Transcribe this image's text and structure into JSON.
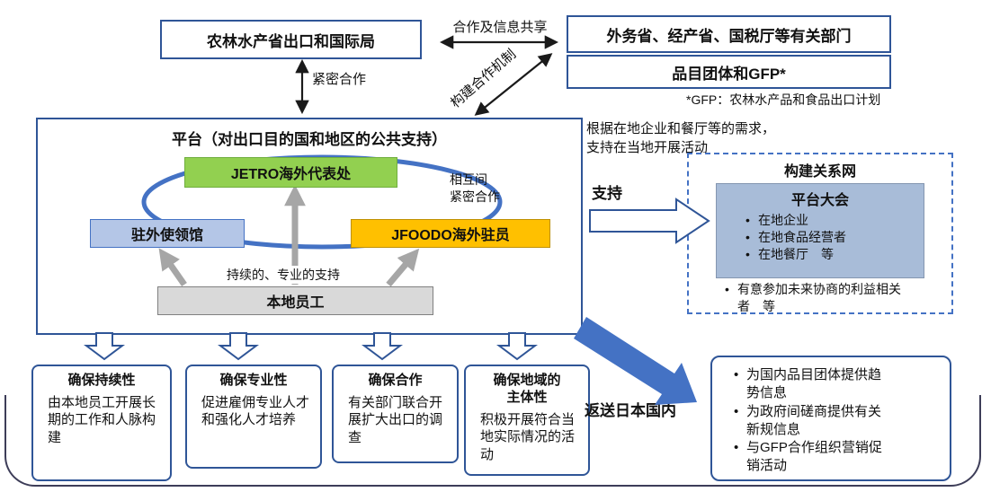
{
  "colors": {
    "border_blue": "#2F5597",
    "accent_blue": "#4472C4",
    "green": "#92D050",
    "orange": "#FFC000",
    "light_blue": "#B4C6E7",
    "assembly_fill": "#A8BCD8",
    "gray_fill": "#D9D9D9",
    "arrow_gray": "#A6A6A6"
  },
  "top": {
    "maff_box": "农林水产省出口和国际局",
    "coop_info_label": "合作及信息共享",
    "related_depts_box": "外务省、经产省、国税厅等有关部门",
    "gfp_box": "品目团体和GFP*",
    "gfp_note": "*GFP：农林水产品和食品出口计划",
    "close_coop_label": "紧密合作",
    "build_mech_label": "构建合作机制"
  },
  "platform": {
    "title": "平台（对出口目的国和地区的公共支持）",
    "jetro_box": "JETRO海外代表处",
    "embassy_box": "驻外使领馆",
    "jfoodo_box": "JFOODO海外驻员",
    "local_staff_box": "本地员工",
    "mutual_label": "相互间\n紧密合作",
    "ongoing_support_label": "持续的、专业的支持"
  },
  "right": {
    "needs_text": "根据在地企业和餐厅等的需求，\n支持在当地开展活动",
    "support_label": "支持",
    "network": {
      "title": "构建关系网",
      "assembly_title": "平台大会",
      "bullets": [
        "在地企业",
        "在地食品经营者",
        "在地餐厅　等"
      ],
      "stakeholder_bullet": "有意参加未来协商的利益相关者　等"
    }
  },
  "bottom": {
    "cards": [
      {
        "title": "确保持续性",
        "body": "由本地员工开展长期的工作和人脉构建"
      },
      {
        "title": "确保专业性",
        "body": "促进雇佣专业人才和强化人才培养"
      },
      {
        "title": "确保合作",
        "body": "有关部门联合开展扩大出口的调查"
      },
      {
        "title": "确保地域的\n主体性",
        "body": "积极开展符合当地实际情况的活动"
      }
    ],
    "return_label": "返送日本国内",
    "domestic_box": {
      "bullets": [
        "为国内品目团体提供趋势信息",
        "为政府间磋商提供有关新规信息",
        "与GFP合作组织营销促销活动"
      ]
    }
  }
}
